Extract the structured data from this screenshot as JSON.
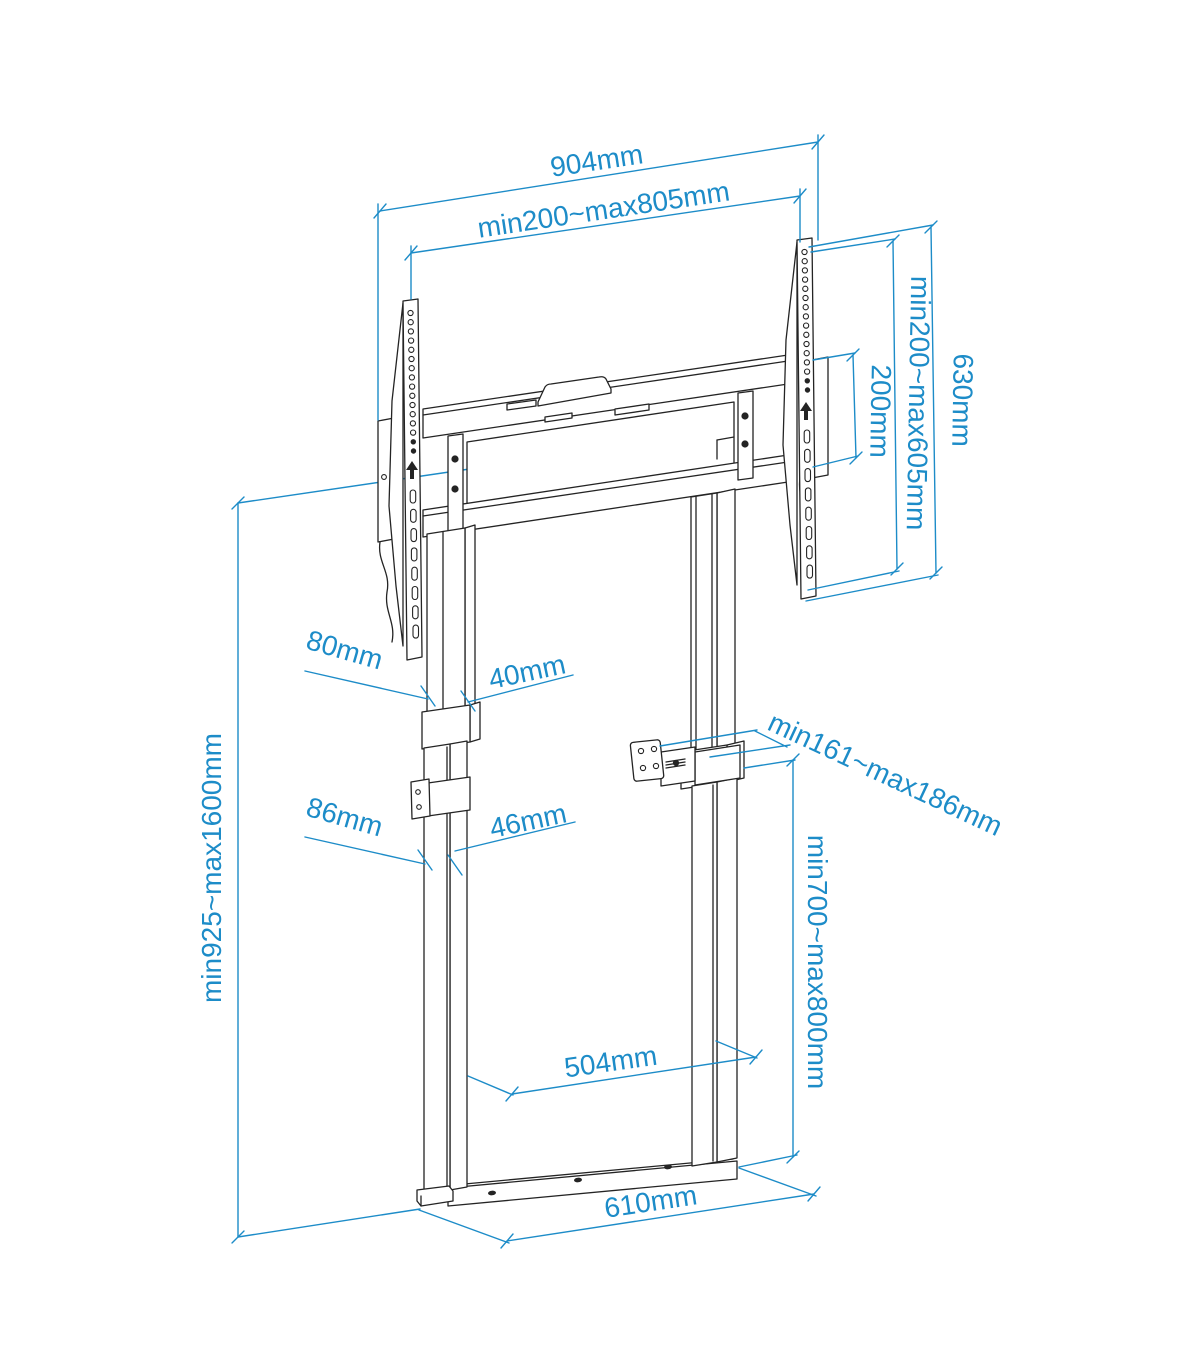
{
  "diagram": {
    "kind": "technical-dimension-drawing",
    "subject": "motorized TV lift floor-wall stand with VESA brackets",
    "background": "#ffffff",
    "colors": {
      "dimension": "#1d8cc8",
      "outline": "#242424"
    },
    "icons": {
      "rail_arrow": "up-arrow"
    },
    "dimensions": {
      "overall_width": "904mm",
      "vesa_width": "min200~max805mm",
      "bracket_height": "630mm",
      "vesa_height": "min200~max605mm",
      "vesa_step": "200mm",
      "upper_col_width": "80mm",
      "upper_col_depth": "40mm",
      "lower_col_width": "86mm",
      "lower_col_depth": "46mm",
      "overall_height": "min925~max1600mm",
      "wall_offset": "min161~max186mm",
      "wall_bracket_height": "min700~max800mm",
      "inner_span": "504mm",
      "base_width": "610mm"
    }
  }
}
